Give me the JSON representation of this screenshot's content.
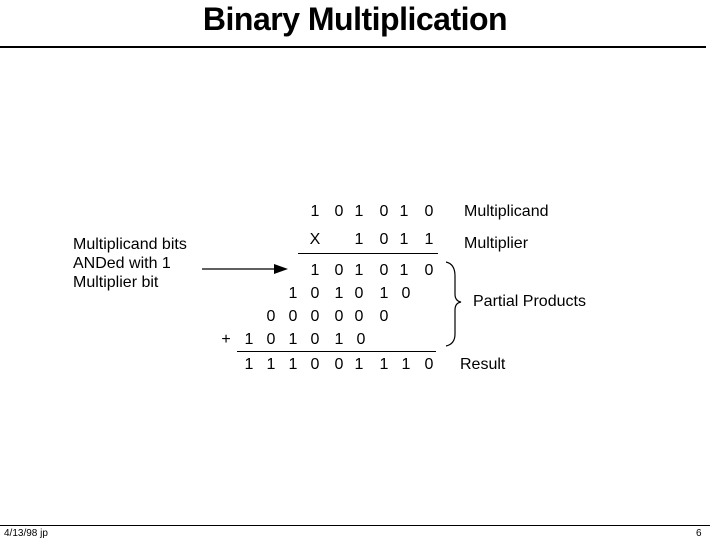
{
  "title": "Binary Multiplication",
  "multiplicand_digits": [
    "1",
    "0",
    "1",
    "0",
    "1",
    "0"
  ],
  "multiplier_sign": "X",
  "multiplier_digits": [
    "1",
    "0",
    "1",
    "1"
  ],
  "partial_products": [
    [
      "1",
      "0",
      "1",
      "0",
      "1",
      "0"
    ],
    [
      "1",
      "0",
      "1",
      "0",
      "1",
      "0"
    ],
    [
      "0",
      "0",
      "0",
      "0",
      "0",
      "0"
    ],
    [
      "1",
      "0",
      "1",
      "0",
      "1",
      "0"
    ]
  ],
  "plus_sign": "+",
  "result_digits": [
    "1",
    "1",
    "1",
    "0",
    "0",
    "1",
    "1",
    "1",
    "0"
  ],
  "labels": {
    "multiplicand": "Multiplicand",
    "multiplier": "Multiplier",
    "partial_products": "Partial Products",
    "result": "Result"
  },
  "note_lines": [
    "Multiplicand bits",
    "ANDed with 1",
    "Multiplier bit"
  ],
  "footer": {
    "left": "4/13/98 jp",
    "right": "6"
  }
}
